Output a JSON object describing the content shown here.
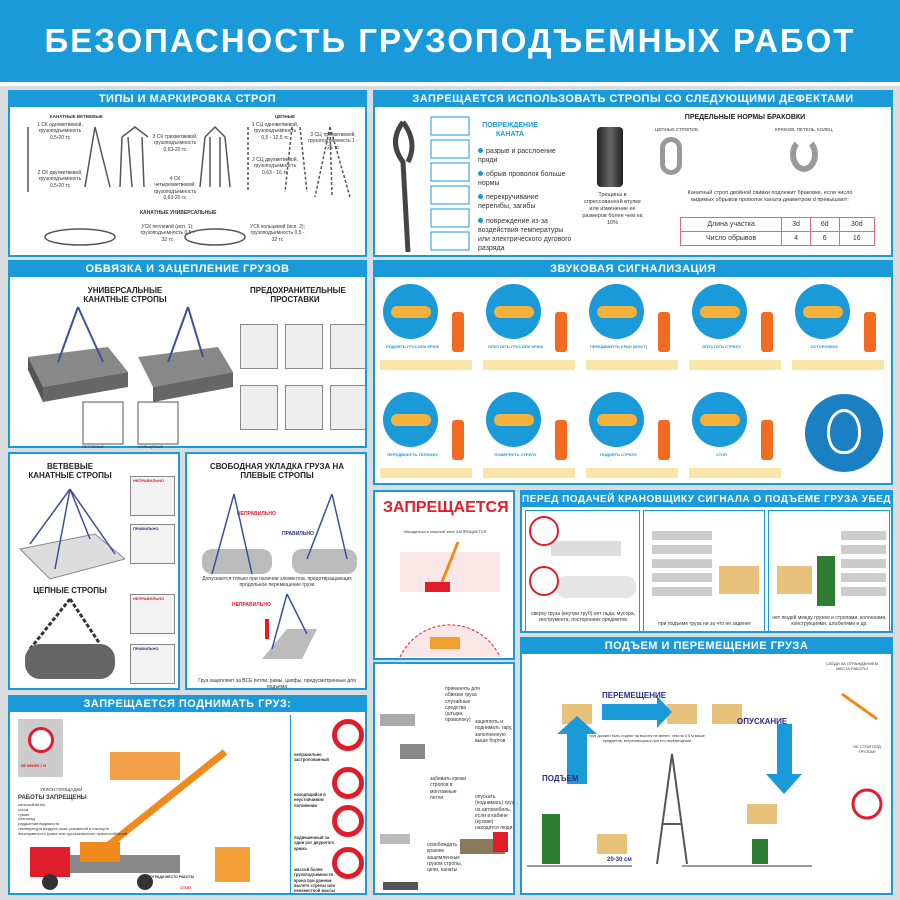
{
  "title": "БЕЗОПАСНОСТЬ ГРУЗОПОДЪЕМНЫХ РАБОТ",
  "colors": {
    "brand_blue": "#1a9ad9",
    "warning_red": "#e21d2b",
    "navy": "#2b2c86"
  },
  "types": {
    "title": "ТИПЫ И МАРКИРОВКА СТРОП",
    "rope_branch": "КАНАТНЫЕ ВЕТВЕВЫЕ",
    "chain": "ЦЕПНЫЕ",
    "universal": "КАНАТНЫЕ УНИВЕРСАЛЬНЫЕ",
    "labels": [
      "1 СК одноветвевой, грузоподъемность 0,5-20 тс",
      "2 СК двухветвевой, грузоподъемность 0,5-20 тс",
      "3 СК трехветвевой, грузоподъемность 0,63-20 тс",
      "4 СК четырехветвевой, грузоподъемность 0,63-20 тс",
      "1 СЦ одноветвевой, грузоподъемность 0,5 - 12,5 тс",
      "2 СЦ двухветвевой, грузоподъемность 0,63 - 16 тс",
      "3 СЦ трехветвевой, грузоподъемность 1 - 25 тс",
      "УСК петлевой (исп. 1); грузоподъемность 0,5 - 32 тс",
      "УСК кольцевой (исп. 2); грузоподъемность 0,5 - 32 тс"
    ]
  },
  "defects": {
    "title": "ЗАПРЕЩАЕТСЯ ИСПОЛЬЗОВАТЬ СТРОПЫ СО СЛЕДУЮЩИМИ ДЕФЕКТАМИ",
    "damage_title": "ПОВРЕЖДЕНИЕ КАНАТА",
    "items": [
      "разрыв и расслоение пряди",
      "обрыв проволок больше нормы",
      "перекручивание перегибы, загибы",
      "повреждение из-за воздействия температуры или электрического дугового разряда"
    ],
    "sleeve": "Трещины в спрессованной втулке или изменение ее размеров более чем на 10%",
    "norms_title": "ПРЕДЕЛЬНЫЕ НОРМЫ БРАКОВКИ",
    "chain_links": "ЦЕПНЫХ СТРОПОВ",
    "hooks": "КРЮКОВ, ПЕТЕЛЬ, КОЛЕЦ",
    "note": "Канатный строп двойной свивки подлежит браковке, если число видимых обрывов проволок каната диаметром d превышают:",
    "table": {
      "rows": [
        [
          "Длина участка",
          "3d",
          "6d",
          "30d"
        ],
        [
          "Число обрывов",
          "4",
          "6",
          "16"
        ]
      ]
    }
  },
  "binding": {
    "title": "ОБВЯЗКА И ЗАЦЕПЛЕНИЕ ГРУЗОВ",
    "universal": "УНИВЕРСАЛЬНЫЕ КАНАТНЫЕ СТРОПЫ",
    "spacers": "ПРЕДОХРАНИТЕЛЬНЫЕ ПРОСТАВКИ",
    "loop": "ПЕТЛЕВЫЕ",
    "ring": "КОЛЬЦЕВЫЕ"
  },
  "branch": {
    "title1": "ВЕТВЕВЫЕ КАНАТНЫЕ СТРОПЫ",
    "title2": "ЦЕПНЫЕ СТРОПЫ",
    "wrong": "НЕПРАВИЛЬНО",
    "right": "ПРАВИЛЬНО"
  },
  "free": {
    "title": "СВОБОДНАЯ УКЛАДКА ГРУЗА НА ПЛЕВЫЕ СТРОПЫ",
    "wrong": "НЕПРАВИЛЬНО",
    "right": "ПРАВИЛЬНО",
    "note1": "Допускается только при наличии элементов, предотвращающих продольное перемещение груза",
    "note2": "Груз зацепляют за ВСЕ петли, рамы, цапфы, предусмотренные для подъема"
  },
  "signals": {
    "title": "ЗВУКОВАЯ СИГНАЛИЗАЦИЯ",
    "items": [
      "ПОДНЯТЬ ГРУЗ ИЛИ КРЮК",
      "ОПУСТИТЬ ГРУЗ ИЛИ КРЮК",
      "ПЕРЕДВИНУТЬ КРАН (МОСТ)",
      "ОПУСТИТЬ СТРЕЛУ",
      "ОСТОРОЖНО!",
      "ПЕРЕДВИНУТЬ ТЕЛЕЖКУ",
      "ПОВЕРНУТЬ СТРЕЛУ",
      "ПОДНЯТЬ СТРЕЛУ",
      "СТОП"
    ]
  },
  "forbidden_zone": {
    "title": "ЗАПРЕЩАЕТСЯ",
    "note": "Находиться в опасной зоне ЗАПРЕЩАЕТСЯ"
  },
  "rules": {
    "items": [
      "применять для обвязки груза случайные средства (штыри, проволоку)",
      "зацеплять и поднимать тару, заполненную выше бортов",
      "забивать крюки стропов в монтажные петли",
      "опускать (поднимать) груз на автомобиль, если в кабине (кузове) находятся люди",
      "освобождать краном защемленные грузом стропы, цепи, канаты"
    ]
  },
  "check": {
    "title": "ПЕРЕД ПОДАЧЕЙ КРАНОВЩИКУ СИГНАЛА О ПОДЪЕМЕ ГРУЗА УБЕДИСЬ:",
    "items": [
      "сверху груза (внутри труб) нет льда, мусора, инструмента, посторонних предметов",
      "при подъеме груза ни за что не заденет",
      "нет людей между грузом и стропами, колоннами, конструкциями, штабелями и др."
    ]
  },
  "move": {
    "title": "ПОДЪЕМ И ПЕРЕМЕЩЕНИЕ ГРУЗА",
    "lift": "ПОДЪЕМ",
    "move": "ПЕРЕМЕЩЕНИЕ",
    "lower": "ОПУСКАНИЕ",
    "gap": "20-30 см",
    "fence": "СЛЕДИ ЗА ОГРАЖДЕНИЕМ МЕСТА РАБОТЫ",
    "nostand": "НЕ СТОЙ ПОД ГРУЗОМ!",
    "height_note": "груз должен быть поднят на высоту не менее, чем на 0,5 м выше предметов, встречающихся при его перемещении"
  },
  "nolift": {
    "title": "ЗАПРЕЩАЕТСЯ ПОДНИМАТЬ ГРУЗ:",
    "banned_title": "РАБОТЫ ЗАПРЕЩЕНЫ",
    "banned": [
      "сильный ветер",
      "гроза",
      "туман",
      "снегопад",
      "ухудшение видимости",
      "температура воздуха ниже указанной в паспорте",
      "неисправность крана или грузозахватных приспособлений"
    ],
    "slope": "УКЛОН ПЛОЩАДКИ",
    "distance": "НЕ МЕНЕЕ 1 М",
    "fence": "ОГРАДИ МЕСТО РАБОТЫ",
    "stop": "СТОП",
    "cases": [
      "неправильно застропованный",
      "находящийся в неустойчивом положении",
      "подвешенный за один рог двурогого крюка",
      "массой более грузоподъемности крана при данном вылете стрелы или неизвестной массы"
    ]
  }
}
